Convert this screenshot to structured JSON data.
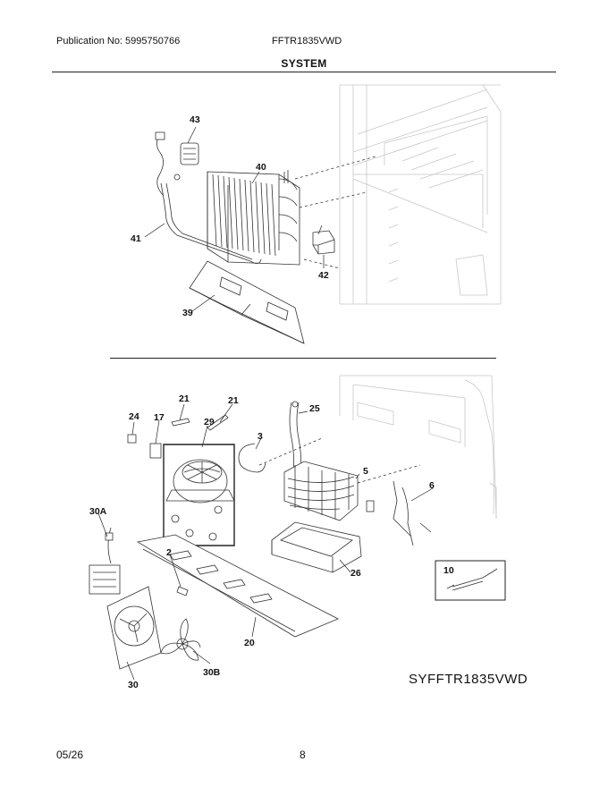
{
  "header": {
    "publication": "Publication No: 5995750766",
    "model": "FFTR1835VWD",
    "section_title": "SYSTEM"
  },
  "diagram": {
    "art_code": "SYFFTR1835VWD",
    "callouts": {
      "p43": "43",
      "p40": "40",
      "p41": "41",
      "p42": "42",
      "p39": "39",
      "p21a": "21",
      "p21b": "21",
      "p24": "24",
      "p17": "17",
      "p29": "29",
      "p25": "25",
      "p3": "3",
      "p5": "5",
      "p6": "6",
      "p30a": "30A",
      "p2": "2",
      "p26": "26",
      "p10": "10",
      "p20": "20",
      "p30b": "30B",
      "p30": "30"
    }
  },
  "footer": {
    "date": "05/26",
    "page_number": "8"
  }
}
